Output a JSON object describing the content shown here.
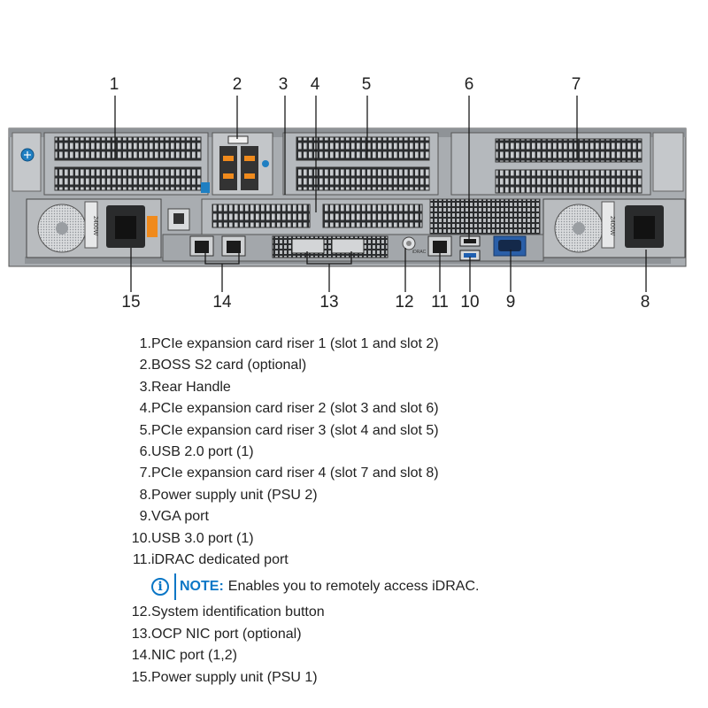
{
  "diagram": {
    "callouts": [
      {
        "id": 1,
        "label": "1"
      },
      {
        "id": 2,
        "label": "2"
      },
      {
        "id": 3,
        "label": "3"
      },
      {
        "id": 4,
        "label": "4"
      },
      {
        "id": 5,
        "label": "5"
      },
      {
        "id": 6,
        "label": "6"
      },
      {
        "id": 7,
        "label": "7"
      },
      {
        "id": 8,
        "label": "8"
      },
      {
        "id": 9,
        "label": "9"
      },
      {
        "id": 10,
        "label": "10"
      },
      {
        "id": 11,
        "label": "11"
      },
      {
        "id": 12,
        "label": "12"
      },
      {
        "id": 13,
        "label": "13"
      },
      {
        "id": 14,
        "label": "14"
      },
      {
        "id": 15,
        "label": "15"
      }
    ],
    "psu_labels": {
      "left": "2400W",
      "right": "2400W"
    },
    "idrac_label": "iDRAC",
    "colors": {
      "chassis": "#a9adb1",
      "chassis_dark": "#6e7276",
      "vent": "#2b2d2f",
      "leader": "#1a1a1a",
      "touchpoint_blue": "#1f7fc2",
      "touchpoint_orange": "#f08a1c",
      "vga_blue": "#2a5fa8",
      "note_blue": "#0a76c6"
    }
  },
  "legend": {
    "items": [
      {
        "num": "1",
        "text": "PCIe expansion card riser 1 (slot 1 and slot 2)"
      },
      {
        "num": "2",
        "text": "BOSS S2 card (optional)"
      },
      {
        "num": "3",
        "text": "Rear Handle"
      },
      {
        "num": "4",
        "text": "PCIe expansion card riser 2 (slot 3 and slot 6)"
      },
      {
        "num": "5",
        "text": "PCIe expansion card riser 3 (slot 4 and slot 5)"
      },
      {
        "num": "6",
        "text": "USB 2.0 port (1)"
      },
      {
        "num": "7",
        "text": "PCIe expansion card riser 4 (slot 7 and slot 8)"
      },
      {
        "num": "8",
        "text": "Power supply unit (PSU 2)"
      },
      {
        "num": "9",
        "text": "VGA port"
      },
      {
        "num": "10",
        "text": "USB 3.0 port (1)"
      },
      {
        "num": "11",
        "text": "iDRAC dedicated port"
      },
      {
        "num": "12",
        "text": "System identification button"
      },
      {
        "num": "13",
        "text": "OCP NIC port (optional)"
      },
      {
        "num": "14",
        "text": "NIC port (1,2)"
      },
      {
        "num": "15",
        "text": "Power supply unit (PSU 1)"
      }
    ],
    "note": {
      "label": "NOTE:",
      "text": "Enables you to remotely access iDRAC.",
      "icon": "info-icon"
    }
  }
}
